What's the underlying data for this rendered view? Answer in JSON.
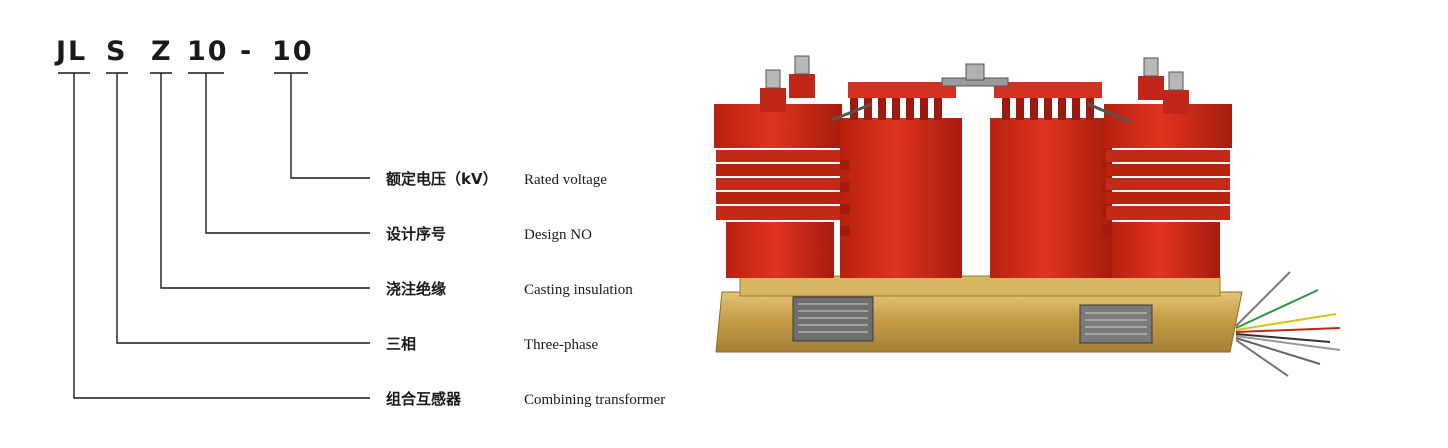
{
  "code": {
    "segments": [
      "JL",
      "S",
      "Z",
      "10",
      "-",
      "10"
    ]
  },
  "legend": [
    {
      "cn": "额定电压（kV）",
      "en": "Rated voltage",
      "segment": "10"
    },
    {
      "cn": "设计序号",
      "en": "Design NO",
      "segment": "10"
    },
    {
      "cn": "浇注绝缘",
      "en": "Casting insulation",
      "segment": "Z"
    },
    {
      "cn": "三相",
      "en": "Three-phase",
      "segment": "S"
    },
    {
      "cn": "组合互感器",
      "en": "Combining transformer",
      "segment": "JL"
    }
  ],
  "colors": {
    "insulator_red": "#d22a1a",
    "insulator_dark": "#9e1a10",
    "base_brass": "#c9a24a",
    "text": "#1a1a1a"
  },
  "product_image": "red-epoxy-combined-transformer-photo"
}
